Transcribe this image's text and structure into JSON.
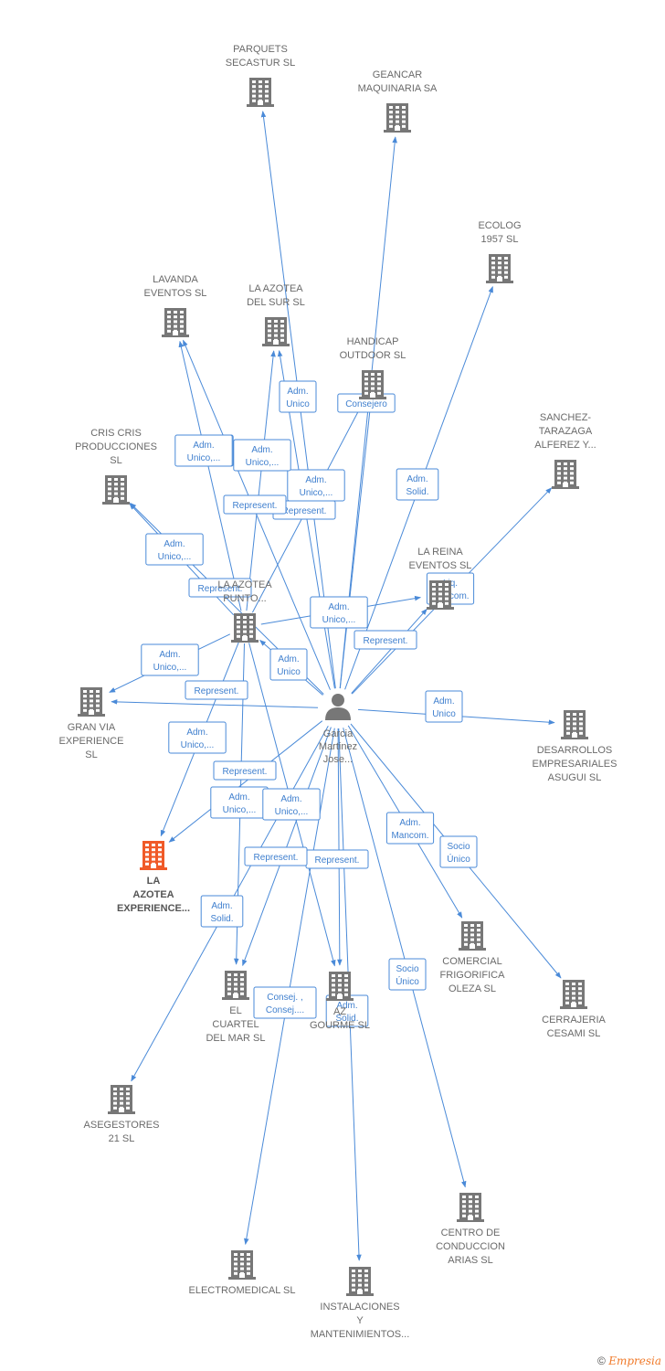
{
  "colors": {
    "company": "#777777",
    "focus": "#f05a28",
    "edge": "#4a8ad8",
    "person": "#777777"
  },
  "person": {
    "id": "p",
    "label": [
      "Garcia",
      "Martinez",
      "Jose..."
    ]
  },
  "nodes": [
    {
      "id": "parquets",
      "label": [
        "PARQUETS",
        "SECASTUR SL"
      ]
    },
    {
      "id": "geancar",
      "label": [
        "GEANCAR",
        "MAQUINARIA SA"
      ]
    },
    {
      "id": "ecolog",
      "label": [
        "ECOLOG",
        "1957 SL"
      ]
    },
    {
      "id": "lavanda",
      "label": [
        "LAVANDA",
        "EVENTOS SL"
      ]
    },
    {
      "id": "azotea_sur",
      "label": [
        "LA AZOTEA",
        "DEL SUR SL"
      ]
    },
    {
      "id": "handicap",
      "label": [
        "HANDICAP",
        "OUTDOOR SL"
      ]
    },
    {
      "id": "sanchez",
      "label": [
        "SANCHEZ-",
        "TARAZAGA",
        "ALFEREZ Y..."
      ]
    },
    {
      "id": "criscris",
      "label": [
        "CRIS CRIS",
        "PRODUCCIONES",
        "SL"
      ]
    },
    {
      "id": "lareina",
      "label": [
        "LA REINA",
        "EVENTOS SL"
      ]
    },
    {
      "id": "azotea_punto",
      "label": [
        "LA AZOTEA",
        "PUNTO..."
      ]
    },
    {
      "id": "granvia",
      "label": [
        "GRAN VIA",
        "EXPERIENCE",
        "SL"
      ]
    },
    {
      "id": "desarrollos",
      "label": [
        "DESARROLLOS",
        "EMPRESARIALES",
        "ASUGUI SL"
      ]
    },
    {
      "id": "azotea_exp",
      "label": [
        "LA",
        "AZOTEA",
        "EXPERIENCE..."
      ],
      "focus": true
    },
    {
      "id": "comercial",
      "label": [
        "COMERCIAL",
        "FRIGORIFICA",
        "OLEZA SL"
      ]
    },
    {
      "id": "cerrajeria",
      "label": [
        "CERRAJERIA",
        "CESAMI SL"
      ]
    },
    {
      "id": "cuartel",
      "label": [
        "EL",
        "CUARTEL",
        "DEL MAR SL"
      ]
    },
    {
      "id": "gourmet",
      "label": [
        "AZ",
        "GOURME SL"
      ]
    },
    {
      "id": "asegestores",
      "label": [
        "ASEGESTORES",
        "21 SL"
      ]
    },
    {
      "id": "centro",
      "label": [
        "CENTRO DE",
        "CONDUCCION",
        "ARIAS SL"
      ]
    },
    {
      "id": "electromedical",
      "label": [
        "ELECTROMEDICAL SL"
      ]
    },
    {
      "id": "instalaciones",
      "label": [
        "INSTALACIONES",
        "Y",
        "MANTENIMIENTOS..."
      ]
    }
  ],
  "edges": [
    {
      "from": "p",
      "to": "parquets",
      "label": [
        "Adm.",
        "Unico"
      ]
    },
    {
      "from": "p",
      "to": "geancar",
      "label": [
        "Consejero"
      ]
    },
    {
      "from": "p",
      "to": "ecolog",
      "label": [
        "Adm.",
        "Solid."
      ]
    },
    {
      "from": "p",
      "to": "lavanda",
      "label": [
        "Adm.",
        "Unico,..."
      ]
    },
    {
      "from": "p",
      "to": "azotea_sur",
      "label": [
        "Adm.",
        "Unico,..."
      ]
    },
    {
      "from": "p",
      "to": "handicap",
      "label": [
        "Represent."
      ]
    },
    {
      "from": "p",
      "to": "sanchez",
      "label": [
        "Liq.",
        "Mancom."
      ]
    },
    {
      "from": "p",
      "to": "criscris",
      "label": [
        "Represent."
      ]
    },
    {
      "from": "p",
      "to": "lareina",
      "label": [
        "Represent."
      ]
    },
    {
      "from": "p",
      "to": "azotea_punto",
      "label": [
        "Adm.",
        "Unico"
      ]
    },
    {
      "from": "p",
      "to": "granvia",
      "label": [
        "Represent."
      ]
    },
    {
      "from": "p",
      "to": "desarrollos",
      "label": [
        "Adm.",
        "Unico"
      ]
    },
    {
      "from": "p",
      "to": "azotea_exp",
      "label": [
        "Represent."
      ]
    },
    {
      "from": "p",
      "to": "comercial",
      "label": [
        "Adm.",
        "Mancom."
      ]
    },
    {
      "from": "p",
      "to": "cerrajeria",
      "label": [
        "Socio",
        "Único"
      ]
    },
    {
      "from": "p",
      "to": "cuartel",
      "label": [
        "Adm.",
        "Unico,..."
      ]
    },
    {
      "from": "p",
      "to": "gourmet",
      "label": [
        "Represent."
      ]
    },
    {
      "from": "p",
      "to": "asegestores",
      "label": [
        "Adm.",
        "Solid."
      ]
    },
    {
      "from": "p",
      "to": "centro",
      "label": [
        "Socio",
        "Único"
      ]
    },
    {
      "from": "p",
      "to": "electromedical",
      "label": [
        "Consej. ,",
        "Consej...."
      ]
    },
    {
      "from": "p",
      "to": "instalaciones",
      "label": [
        "Adm.",
        "Solid."
      ]
    },
    {
      "from": "azotea_punto",
      "to": "lavanda",
      "label": [
        "Adm.",
        "Unico,..."
      ]
    },
    {
      "from": "azotea_punto",
      "to": "azotea_sur",
      "label": [
        "Adm.",
        "Unico,..."
      ]
    },
    {
      "from": "azotea_punto",
      "to": "handicap",
      "label": [
        "Represent."
      ]
    },
    {
      "from": "azotea_punto",
      "to": "criscris",
      "label": [
        "Adm.",
        "Unico,..."
      ]
    },
    {
      "from": "azotea_punto",
      "to": "lareina",
      "label": [
        "Adm.",
        "Unico,..."
      ]
    },
    {
      "from": "azotea_punto",
      "to": "granvia",
      "label": [
        "Adm.",
        "Unico,..."
      ]
    },
    {
      "from": "azotea_punto",
      "to": "azotea_exp",
      "label": [
        "Adm.",
        "Unico,..."
      ]
    },
    {
      "from": "azotea_punto",
      "to": "cuartel",
      "label": [
        "Represent."
      ]
    },
    {
      "from": "azotea_punto",
      "to": "gourmet",
      "label": [
        "Adm.",
        "Unico,..."
      ]
    }
  ],
  "watermark": {
    "symbol": "©",
    "brand": "Empresia"
  }
}
